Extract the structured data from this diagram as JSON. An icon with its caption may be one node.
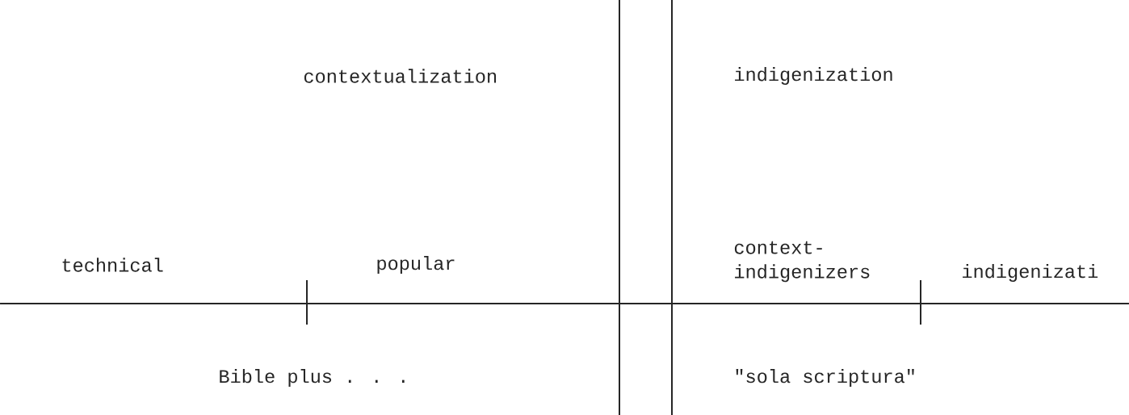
{
  "diagram": {
    "labels": [
      "contextualization",
      "indigenization",
      "technical",
      "popular",
      "context- indigenizers",
      "indigenizati",
      "Bible plus . . .",
      "\"sola scriptura\""
    ]
  }
}
